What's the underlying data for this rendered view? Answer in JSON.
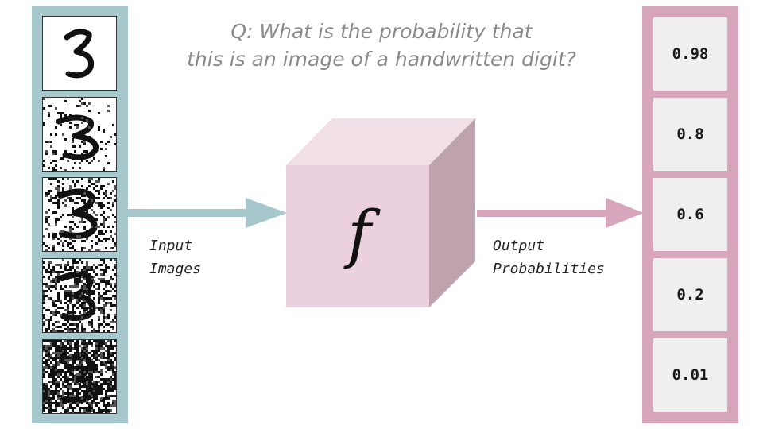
{
  "question": {
    "line1": "Q: What is the probability that",
    "line2": "this is an image of a handwritten digit?"
  },
  "input_label": {
    "line1": "Input",
    "line2": "Images"
  },
  "output_label": {
    "line1": "Output",
    "line2": "Probabilities"
  },
  "function_symbol": "f",
  "input_images": [
    {
      "digit": "3",
      "noise": 0.0
    },
    {
      "digit": "3",
      "noise": 0.12
    },
    {
      "digit": "3",
      "noise": 0.28
    },
    {
      "digit": "3",
      "noise": 0.45
    },
    {
      "digit": "3",
      "noise": 0.7
    }
  ],
  "output_probabilities": [
    "0.98",
    "0.8",
    "0.6",
    "0.2",
    "0.01"
  ],
  "colors": {
    "input_panel": "#a6c7cb",
    "output_panel": "#d7a6bd",
    "cube_front": "#ebd1dd",
    "cube_top": "#f1dfe7",
    "cube_side": "#bea2ad",
    "question_text": "#8a8a8a"
  },
  "icons": {
    "input_arrow": "arrow-right-icon",
    "output_arrow": "arrow-right-icon",
    "model": "cube-icon"
  }
}
